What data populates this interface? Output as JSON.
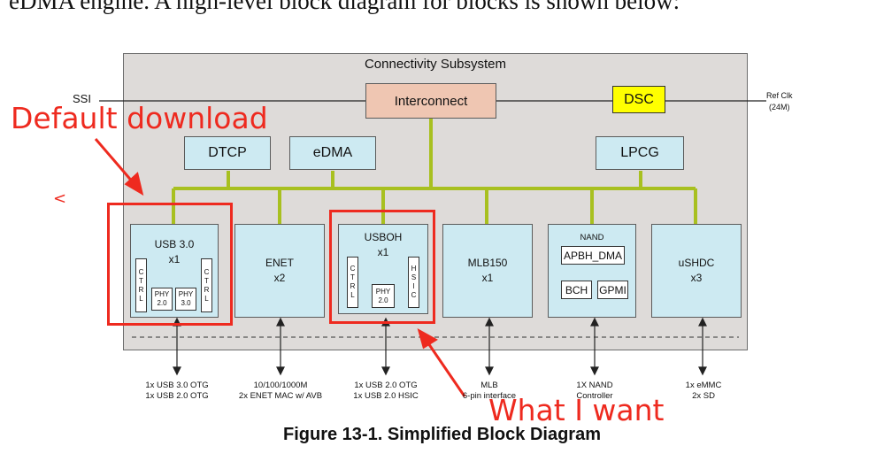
{
  "intro_text": "eDMA engine. A high-level block diagram for blocks is shown below:",
  "diagram": {
    "subsystem_title": "Connectivity Subsystem",
    "ssi_label": "SSI",
    "interconnect": "Interconnect",
    "dsc": "DSC",
    "ref_clk": [
      "Ref Clk",
      "(24M)"
    ],
    "dtcp": "DTCP",
    "edma": "eDMA",
    "lpcg": "LPCG",
    "usb3": {
      "title": "USB 3.0",
      "count": "x1",
      "ctrl_left": [
        "C",
        "T",
        "R",
        "L"
      ],
      "ctrl_right": [
        "C",
        "T",
        "R",
        "L"
      ],
      "phy20": [
        "PHY",
        "2.0"
      ],
      "phy30": [
        "PHY",
        "3.0"
      ]
    },
    "enet": {
      "title": "ENET",
      "count": "x2"
    },
    "usboh": {
      "title": "USBOH",
      "count": "x1",
      "ctrl_left": [
        "C",
        "T",
        "R",
        "L"
      ],
      "hsic": [
        "H",
        "S",
        "I",
        "C"
      ],
      "phy20": [
        "PHY",
        "2.0"
      ]
    },
    "mlb": {
      "title": "MLB150",
      "count": "x1"
    },
    "nand": {
      "title": "NAND",
      "apbh": "APBH_DMA",
      "bch": "BCH",
      "gpmi": "GPMI"
    },
    "ushdc": {
      "title": "uSHDC",
      "count": "x3"
    },
    "bottom_labels": [
      [
        "1x USB 3.0 OTG",
        "1x USB 2.0 OTG"
      ],
      [
        "10/100/1000M",
        "2x ENET MAC w/ AVB"
      ],
      [
        "1x USB 2.0 OTG",
        "1x USB 2.0 HSIC"
      ],
      [
        "MLB",
        "6-pin interface"
      ],
      [
        "1X NAND",
        "Controller"
      ],
      [
        "1x eMMC",
        "2x SD"
      ]
    ],
    "caption": "Figure 13-1. Simplified Block Diagram"
  },
  "annotations": {
    "default_download": "Default download",
    "what_i_want": "What I want",
    "stray_char": "<"
  },
  "colors": {
    "annotation_red": "#ee2a1f",
    "bus_green": "#a8c020",
    "block_blue": "#cdeaf2",
    "interconnect": "#efc6b2",
    "dsc": "#ffff00",
    "subsystem_bg": "#dedbd9"
  }
}
